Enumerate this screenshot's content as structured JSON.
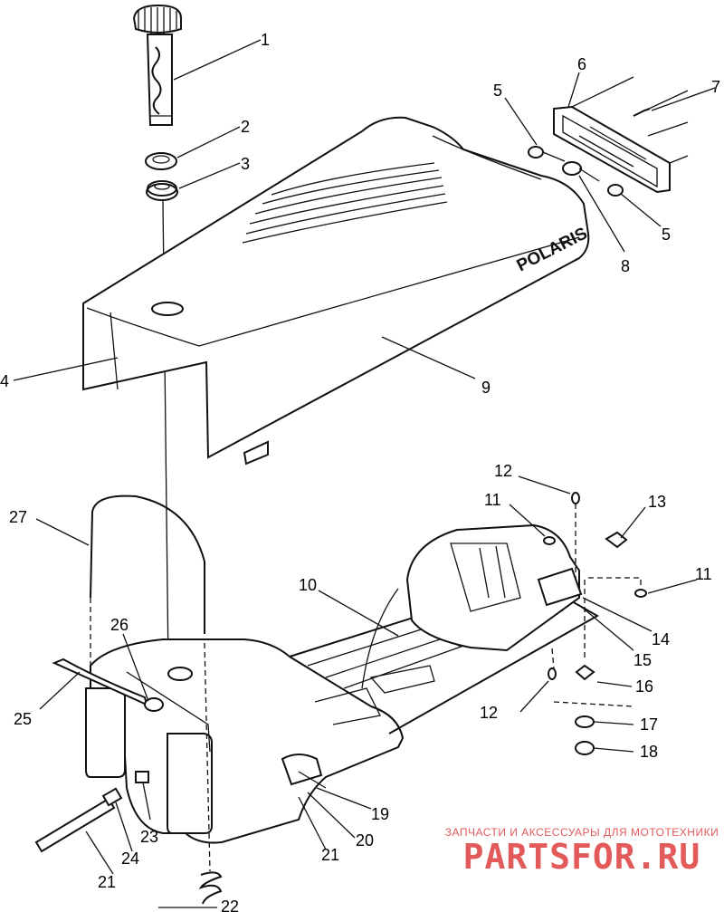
{
  "brand_text": "POLARIS",
  "callouts": {
    "c1": "1",
    "c2": "2",
    "c3": "3",
    "c4": "4",
    "c5a": "5",
    "c5b": "5",
    "c6": "6",
    "c7": "7",
    "c8": "8",
    "c9": "9",
    "c10": "10",
    "c11a": "11",
    "c11b": "11",
    "c12a": "12",
    "c12b": "12",
    "c13": "13",
    "c14": "14",
    "c15": "15",
    "c16": "16",
    "c17": "17",
    "c18": "18",
    "c19": "19",
    "c20": "20",
    "c21a": "21",
    "c21b": "21",
    "c22": "22",
    "c23": "23",
    "c24": "24",
    "c25": "25",
    "c26": "26",
    "c27": "27"
  },
  "watermark": {
    "tagline": "ЗАПЧАСТИ И АКСЕССУАРЫ ДЛЯ МОТОТЕХНИКИ",
    "site": "PARTSFOR.RU",
    "color": "#e35a5a"
  }
}
